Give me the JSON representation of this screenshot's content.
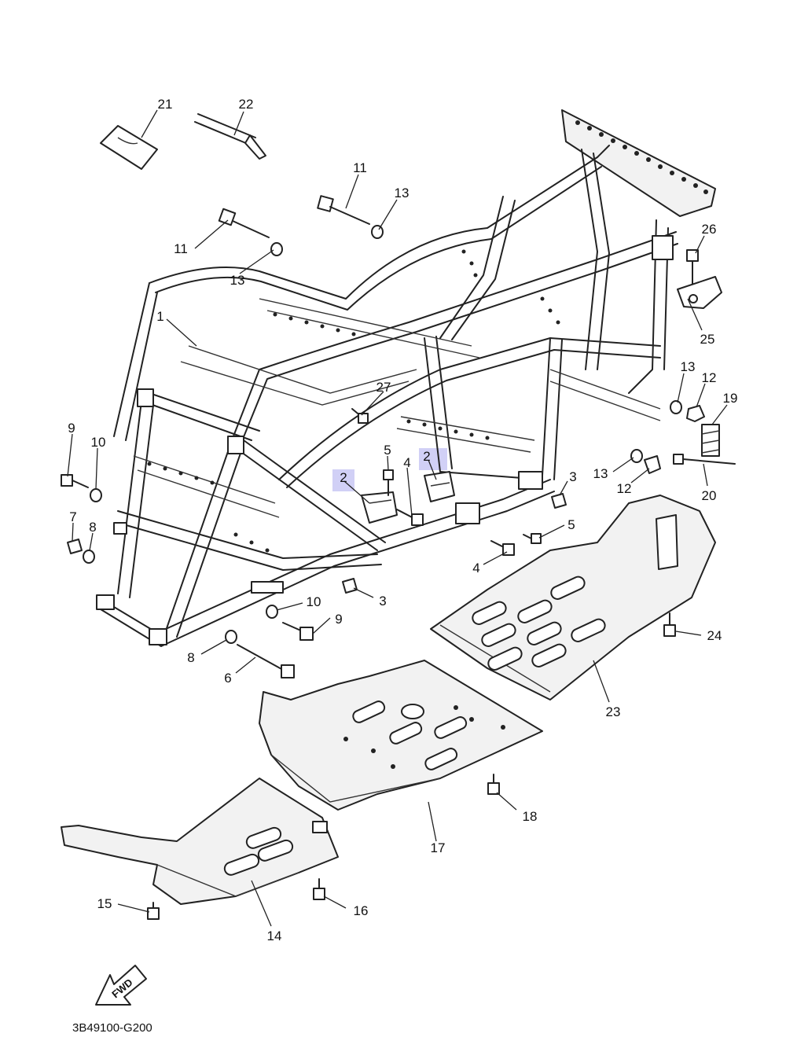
{
  "diagram": {
    "figure_code": "3B49100-G200",
    "direction_label": "FWD",
    "highlight_color": "#c9c8f4",
    "callouts": [
      {
        "id": "c1",
        "label": "1"
      },
      {
        "id": "c2a",
        "label": "2",
        "highlighted": true
      },
      {
        "id": "c2b",
        "label": "2",
        "highlighted": true
      },
      {
        "id": "c3a",
        "label": "3"
      },
      {
        "id": "c3b",
        "label": "3"
      },
      {
        "id": "c4a",
        "label": "4"
      },
      {
        "id": "c4b",
        "label": "4"
      },
      {
        "id": "c5a",
        "label": "5"
      },
      {
        "id": "c5b",
        "label": "5"
      },
      {
        "id": "c6",
        "label": "6"
      },
      {
        "id": "c7",
        "label": "7"
      },
      {
        "id": "c8a",
        "label": "8"
      },
      {
        "id": "c8b",
        "label": "8"
      },
      {
        "id": "c9a",
        "label": "9"
      },
      {
        "id": "c9b",
        "label": "9"
      },
      {
        "id": "c10a",
        "label": "10"
      },
      {
        "id": "c10b",
        "label": "10"
      },
      {
        "id": "c11a",
        "label": "11"
      },
      {
        "id": "c11b",
        "label": "11"
      },
      {
        "id": "c12a",
        "label": "12"
      },
      {
        "id": "c12b",
        "label": "12"
      },
      {
        "id": "c13a",
        "label": "13"
      },
      {
        "id": "c13b",
        "label": "13"
      },
      {
        "id": "c13c",
        "label": "13"
      },
      {
        "id": "c13d",
        "label": "13"
      },
      {
        "id": "c14",
        "label": "14"
      },
      {
        "id": "c15",
        "label": "15"
      },
      {
        "id": "c16",
        "label": "16"
      },
      {
        "id": "c17",
        "label": "17"
      },
      {
        "id": "c18",
        "label": "18"
      },
      {
        "id": "c19",
        "label": "19"
      },
      {
        "id": "c20",
        "label": "20"
      },
      {
        "id": "c21",
        "label": "21"
      },
      {
        "id": "c22",
        "label": "22"
      },
      {
        "id": "c23",
        "label": "23"
      },
      {
        "id": "c24",
        "label": "24"
      },
      {
        "id": "c25",
        "label": "25"
      },
      {
        "id": "c26",
        "label": "26"
      },
      {
        "id": "c27",
        "label": "27"
      }
    ]
  }
}
